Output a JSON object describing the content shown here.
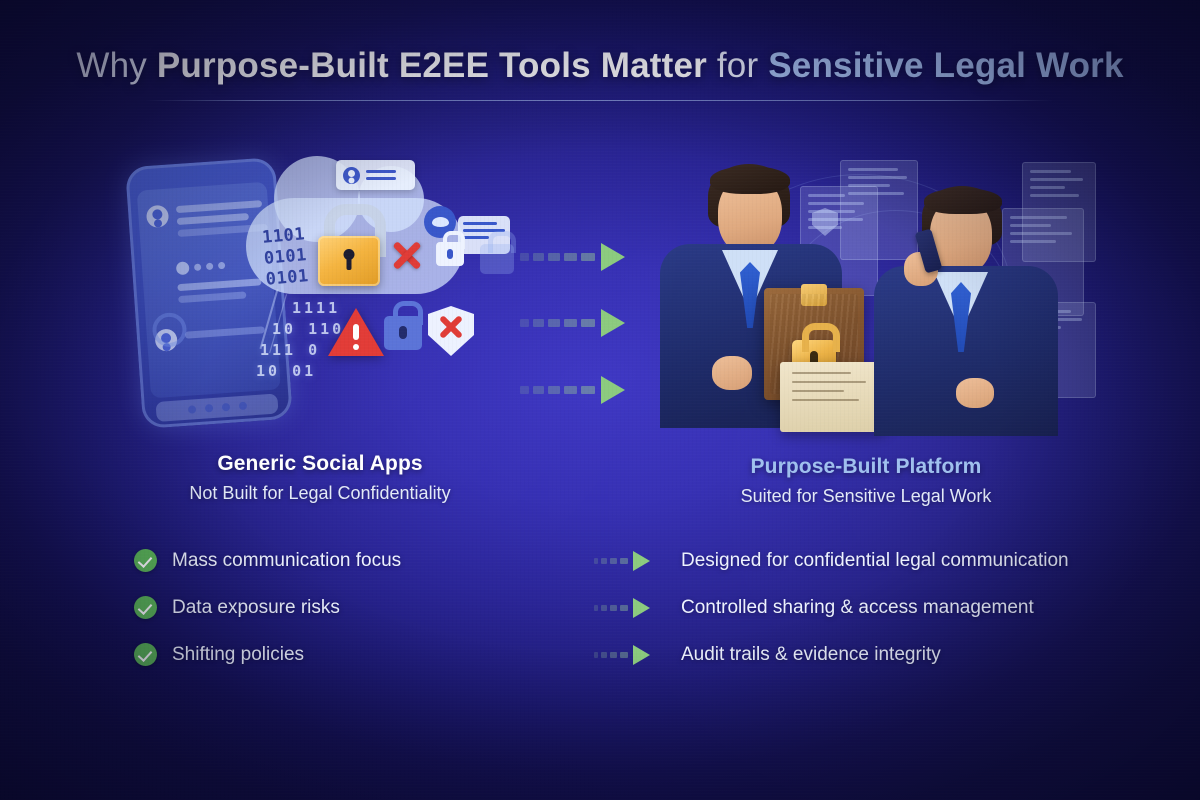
{
  "title": {
    "part1": "Why ",
    "part2": "Purpose-Built E2EE Tools Matter",
    "part3": " for ",
    "part4": "Sensitive Legal Work"
  },
  "colors": {
    "accent_blue": "#a8c3f2",
    "check_green": "#5bb657",
    "arrow_green": "#8ccb7e",
    "alert_red": "#e03a35",
    "gold_lock": "#edb347",
    "bg_center": "#3e37c4",
    "bg_edge": "#100e42"
  },
  "left_panel": {
    "heading": "Generic Social Apps",
    "subheading": "Not Built for Legal Confidentiality",
    "illustration": {
      "binary_cloud": [
        "1101",
        "0101",
        "0101"
      ],
      "binary_background": [
        "1111",
        "10 110",
        "111  0",
        "10  01"
      ],
      "icons": [
        "smartphone-chat-icon",
        "cloud-icon",
        "gray-padlock-icon",
        "gold-padlock-icon",
        "user-card-icon",
        "eye-badge-icon",
        "document-badge-icon",
        "red-x-icon",
        "white-padlock-icon",
        "warning-triangle-icon",
        "blue-padlock-icon",
        "shield-with-x-icon"
      ]
    },
    "bullets": [
      "Mass communication focus",
      "Data exposure risks",
      "Shifting policies"
    ]
  },
  "right_panel": {
    "heading": "Purpose-Built Platform",
    "subheading": "Suited for Sensitive Legal Work",
    "illustration": {
      "icons": [
        "businessman-holding-locked-folder",
        "businessman-on-phone",
        "locked-folder-icon",
        "gold-padlock-icon",
        "document-paper-icon",
        "mobile-phone-icon",
        "background-document-cards"
      ]
    },
    "bullets": [
      "Designed for confidential legal communication",
      "Controlled sharing & access management",
      "Audit trails & evidence integrity"
    ]
  },
  "connectors": {
    "count": 3,
    "icon": "dashed-arrow-right-icon"
  }
}
